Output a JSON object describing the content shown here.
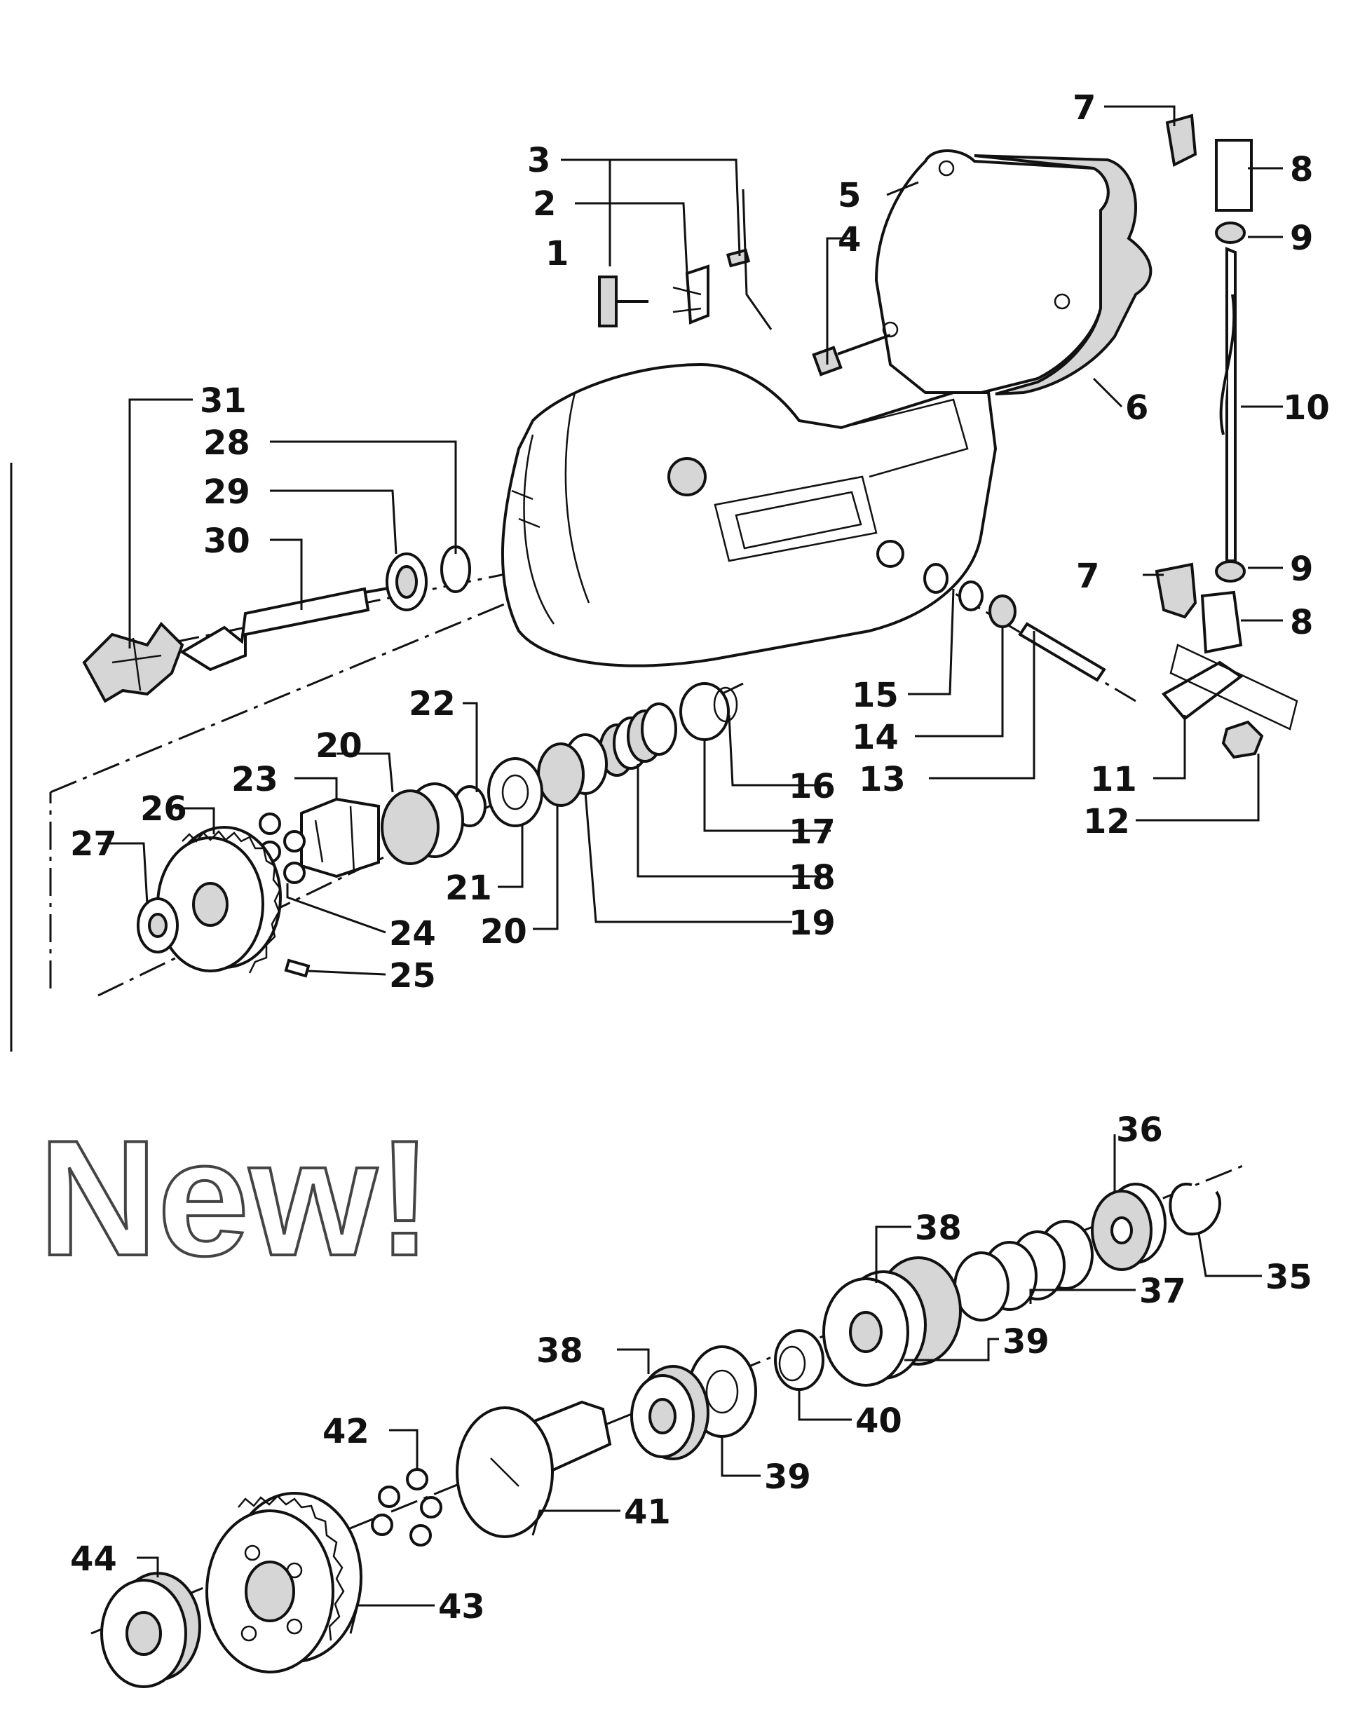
{
  "badge": {
    "text": "New!"
  },
  "upper_labels": [
    {
      "id": "1",
      "text": "1"
    },
    {
      "id": "2",
      "text": "2"
    },
    {
      "id": "3",
      "text": "3"
    },
    {
      "id": "4",
      "text": "4"
    },
    {
      "id": "5",
      "text": "5"
    },
    {
      "id": "6",
      "text": "6"
    },
    {
      "id": "7a",
      "text": "7"
    },
    {
      "id": "8a",
      "text": "8"
    },
    {
      "id": "9a",
      "text": "9"
    },
    {
      "id": "10",
      "text": "10"
    },
    {
      "id": "7b",
      "text": "7"
    },
    {
      "id": "9b",
      "text": "9"
    },
    {
      "id": "8b",
      "text": "8"
    },
    {
      "id": "11",
      "text": "11"
    },
    {
      "id": "12",
      "text": "12"
    },
    {
      "id": "13",
      "text": "13"
    },
    {
      "id": "14",
      "text": "14"
    },
    {
      "id": "15",
      "text": "15"
    },
    {
      "id": "16",
      "text": "16"
    },
    {
      "id": "17",
      "text": "17"
    },
    {
      "id": "18",
      "text": "18"
    },
    {
      "id": "19",
      "text": "19"
    },
    {
      "id": "20a",
      "text": "20"
    },
    {
      "id": "20b",
      "text": "20"
    },
    {
      "id": "21",
      "text": "21"
    },
    {
      "id": "22",
      "text": "22"
    },
    {
      "id": "23",
      "text": "23"
    },
    {
      "id": "24",
      "text": "24"
    },
    {
      "id": "25",
      "text": "25"
    },
    {
      "id": "26",
      "text": "26"
    },
    {
      "id": "27",
      "text": "27"
    },
    {
      "id": "28",
      "text": "28"
    },
    {
      "id": "29",
      "text": "29"
    },
    {
      "id": "30",
      "text": "30"
    },
    {
      "id": "31",
      "text": "31"
    }
  ],
  "lower_labels": [
    {
      "id": "35",
      "text": "35"
    },
    {
      "id": "36",
      "text": "36"
    },
    {
      "id": "37",
      "text": "37"
    },
    {
      "id": "38a",
      "text": "38"
    },
    {
      "id": "39a",
      "text": "39"
    },
    {
      "id": "38b",
      "text": "38"
    },
    {
      "id": "39b",
      "text": "39"
    },
    {
      "id": "40",
      "text": "40"
    },
    {
      "id": "41",
      "text": "41"
    },
    {
      "id": "42",
      "text": "42"
    },
    {
      "id": "43",
      "text": "43"
    },
    {
      "id": "44",
      "text": "44"
    }
  ]
}
